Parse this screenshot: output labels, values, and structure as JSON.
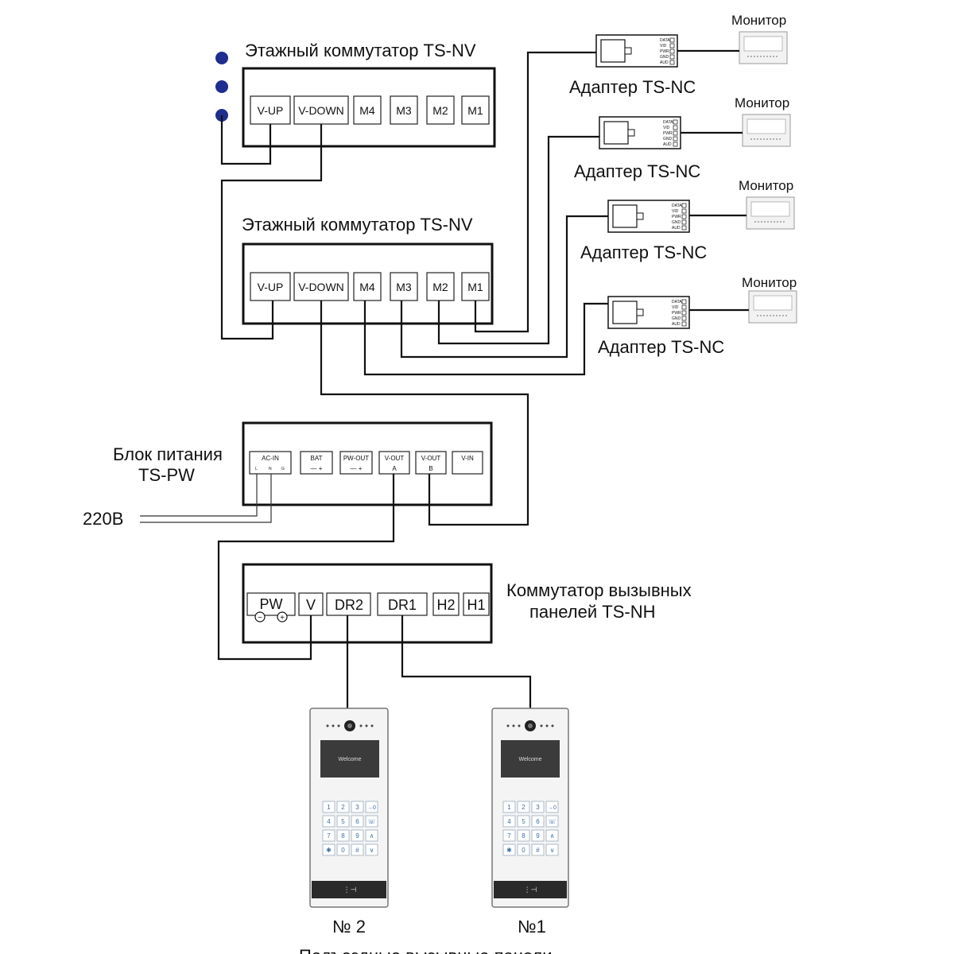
{
  "switch_top": {
    "title": "Этажный коммутатор TS-NV",
    "ports": [
      "V-UP",
      "V-DOWN",
      "M4",
      "M3",
      "M2",
      "M1"
    ]
  },
  "switch_mid": {
    "title": "Этажный коммутатор TS-NV",
    "ports": [
      "V-UP",
      "V-DOWN",
      "M4",
      "M3",
      "M2",
      "M1"
    ]
  },
  "adapters": [
    {
      "label": "Адаптер TS-NC",
      "monitor": "Монитор"
    },
    {
      "label": "Адаптер TS-NC",
      "monitor": "Монитор"
    },
    {
      "label": "Адаптер TS-NC",
      "monitor": "Монитор"
    },
    {
      "label": "Адаптер TS-NC",
      "monitor": "Монитор"
    }
  ],
  "adapter_pins": [
    "DATA",
    "VID",
    "PWR",
    "GND",
    "AUD"
  ],
  "power": {
    "title_line1": "Блок питания",
    "title_line2": "TS-PW",
    "mains": "220В",
    "ports": [
      {
        "top": "AC-IN",
        "sub": ""
      },
      {
        "top": "BAT",
        "sub": "—    +"
      },
      {
        "top": "PW-OUT",
        "sub": "—    +"
      },
      {
        "top": "V-OUT",
        "sub": "A"
      },
      {
        "top": "V-OUT",
        "sub": "B"
      },
      {
        "top": "V-IN",
        "sub": ""
      }
    ]
  },
  "panel_switch": {
    "title_line1": "Коммутатор вызывных",
    "title_line2": "панелей TS-NH",
    "ports": [
      "PW",
      "V",
      "DR2",
      "DR1",
      "H2",
      "H1"
    ]
  },
  "door_panels": [
    {
      "label": "№ 2",
      "screen": "Welcome"
    },
    {
      "label": "№1",
      "screen": "Welcome"
    }
  ],
  "keypad_keys": [
    "1",
    "2",
    "3",
    "→0",
    "4",
    "5",
    "6",
    "☏",
    "7",
    "8",
    "9",
    "∧",
    "✱",
    "0",
    "#",
    "∨"
  ],
  "footer": "Подъездные вызывные панели"
}
